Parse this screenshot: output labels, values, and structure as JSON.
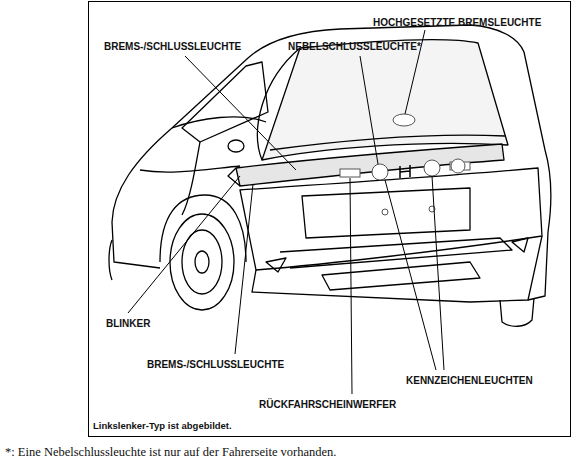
{
  "diagram": {
    "labels": [
      "HOCHGESETZTE BREMSLEUCHTE",
      "BREMS-/SCHLUSSLEUCHTE",
      "NEBELSCHLUSSLEUCHTE*",
      "BLINKER",
      "BREMS-/SCHLUSSLEUCHTE",
      "KENNZEICHENLEUCHTEN",
      "RÜCKFAHRSCHEINWERFER",
      "Linkslenker-Typ ist abgebildet.",
      "*: Eine Nebelschlussleuchte ist nur auf der Fahrerseite vorhanden."
    ]
  }
}
